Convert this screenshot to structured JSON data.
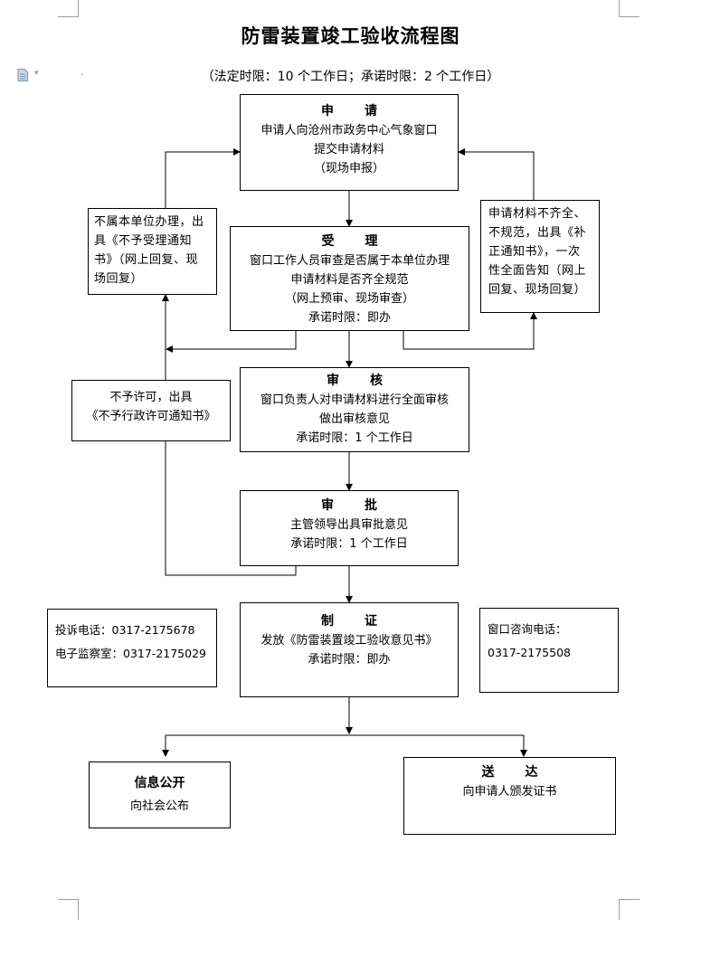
{
  "title": "防雷装置竣工验收流程图",
  "subtitle": "（法定时限：10 个工作日；承诺时限：2 个工作日）",
  "boxes": {
    "apply": {
      "heading": "申　请",
      "lines": [
        "申请人向沧州市政务中心气象窗口",
        "提交申请材料",
        "（现场申报）"
      ]
    },
    "accept": {
      "heading": "受　理",
      "lines": [
        "窗口工作人员审查是否属于本单位办理",
        "申请材料是否齐全规范",
        "（网上预审、现场审查）",
        "承诺时限：即办"
      ]
    },
    "not_ours": {
      "lines": [
        "不属本单位办理，出",
        "具《不予受理通知",
        "书》（网上回复、现",
        "场回复）"
      ]
    },
    "incomplete": {
      "lines": [
        "申请材料不齐全、",
        "不规范，出具《补",
        "正通知书》，一次",
        "性全面告知（网上",
        "回复、现场回复）"
      ]
    },
    "review": {
      "heading": "审　核",
      "lines": [
        "窗口负责人对申请材料进行全面审核",
        "做出审核意见",
        "承诺时限：1 个工作日"
      ]
    },
    "refuse": {
      "lines": [
        "不予许可，出具",
        "《不予行政许可通知书》"
      ]
    },
    "approve": {
      "heading": "审　批",
      "lines": [
        "主管领导出具审批意见",
        "承诺时限：1 个工作日"
      ]
    },
    "issue": {
      "heading": "制　证",
      "lines": [
        "发放《防雷装置竣工验收意见书》",
        "承诺时限：即办"
      ]
    },
    "complaint": {
      "lines": [
        "投诉电话：0317-2175678",
        "电子监察室：0317-2175029"
      ]
    },
    "consult": {
      "lines": [
        "窗口咨询电话：",
        "0317-2175508"
      ]
    },
    "publish": {
      "heading": "信息公开",
      "lines": [
        "向社会公布"
      ]
    },
    "deliver": {
      "heading": "送　达",
      "lines": [
        "向申请人颁发证书"
      ]
    }
  },
  "icons": {
    "doc": "document-icon",
    "caret": "dropdown-caret-icon"
  },
  "colors": {
    "line": "#000000",
    "corner_marks": "#9e9e9e"
  }
}
